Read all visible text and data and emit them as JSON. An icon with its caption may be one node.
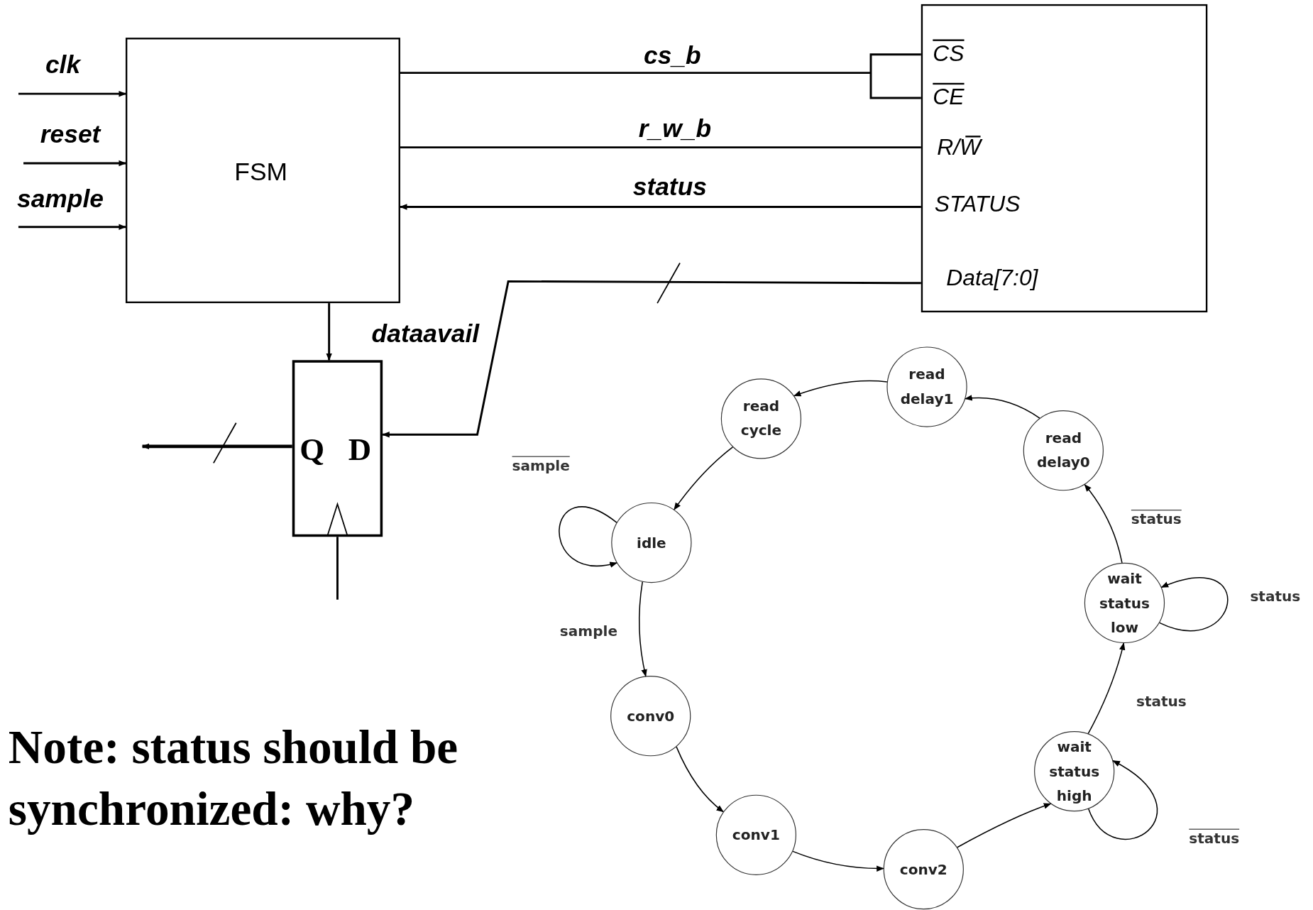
{
  "diagram": {
    "nodes": [
      {
        "text": [
          "FSM"
        ]
      },
      {
        "text": [
          "CS",
          "CE",
          "R/W",
          "STATUS",
          "Data[7:0]"
        ]
      },
      {
        "text": [
          "Q",
          "D"
        ]
      },
      {
        "text": [
          "read cycle"
        ]
      },
      {
        "text": [
          "read delay1"
        ]
      },
      {
        "text": [
          "read delay0"
        ]
      },
      {
        "text": [
          "idle"
        ]
      },
      {
        "text": [
          "wait status low"
        ]
      },
      {
        "text": [
          "conv0"
        ]
      },
      {
        "text": [
          "wait status high"
        ]
      },
      {
        "text": [
          "conv1"
        ]
      },
      {
        "text": [
          "conv2"
        ]
      }
    ],
    "edges": [
      {
        "from": null,
        "to": 0,
        "arrow": "to",
        "label": "clk"
      },
      {
        "from": null,
        "to": 0,
        "arrow": "to",
        "label": "reset"
      },
      {
        "from": null,
        "to": 0,
        "arrow": "to",
        "label": "sample"
      },
      {
        "from": 0,
        "to": 1,
        "arrow": "none",
        "label": "cs_b"
      },
      {
        "from": 0,
        "to": 1,
        "arrow": "none",
        "label": "r_w_b"
      },
      {
        "from": 1,
        "to": 0,
        "arrow": "to",
        "label": "status"
      },
      {
        "from": 1,
        "to": 2,
        "arrow": "to"
      },
      {
        "from": 0,
        "to": 2,
        "arrow": "to",
        "label": "dataavail"
      },
      {
        "from": 2,
        "to": null,
        "arrow": "to",
        "style": "thick"
      },
      {
        "from": null,
        "to": 2,
        "arrow": "none"
      },
      {
        "from": 4,
        "to": 3,
        "arrow": "to"
      },
      {
        "from": 3,
        "to": 6,
        "arrow": "to"
      },
      {
        "from": 6,
        "to": 6,
        "arrow": "to",
        "label": "sample"
      },
      {
        "from": 6,
        "to": 8,
        "arrow": "to",
        "label": "sample"
      },
      {
        "from": 8,
        "to": 10,
        "arrow": "to"
      },
      {
        "from": 10,
        "to": 11,
        "arrow": "to"
      },
      {
        "from": 11,
        "to": 9,
        "arrow": "to"
      },
      {
        "from": 9,
        "to": 9,
        "arrow": "to",
        "label": "status"
      },
      {
        "from": 9,
        "to": 7,
        "arrow": "to",
        "label": "status"
      },
      {
        "from": 7,
        "to": 7,
        "arrow": "to",
        "label": "status"
      },
      {
        "from": 7,
        "to": 5,
        "arrow": "to",
        "label": "status"
      },
      {
        "from": 5,
        "to": 4,
        "arrow": "to"
      }
    ],
    "labels": [
      "Note: status should be synchronized: why?"
    ]
  }
}
